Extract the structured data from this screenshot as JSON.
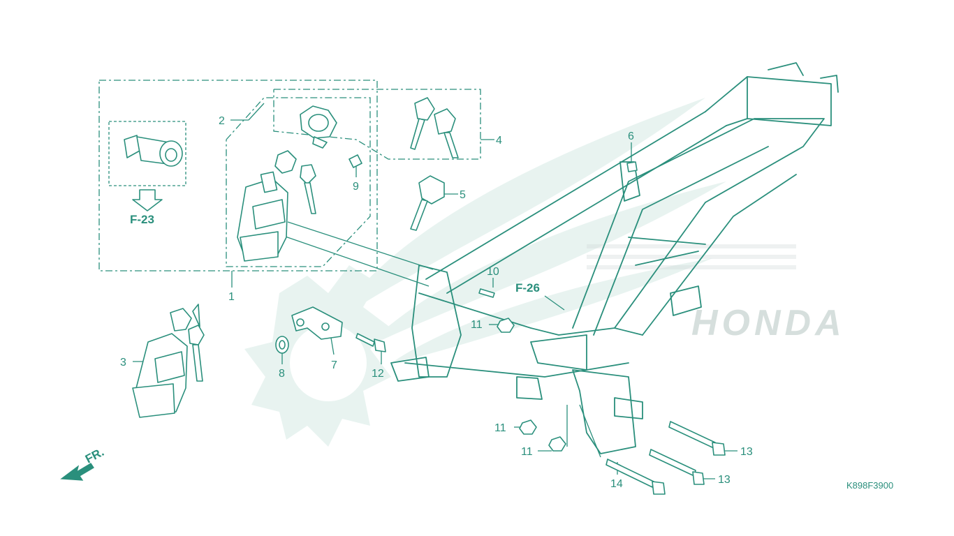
{
  "diagram": {
    "part_callouts": [
      {
        "id": "1",
        "text": "1"
      },
      {
        "id": "2",
        "text": "2"
      },
      {
        "id": "3",
        "text": "3"
      },
      {
        "id": "4",
        "text": "4"
      },
      {
        "id": "5",
        "text": "5"
      },
      {
        "id": "6",
        "text": "6"
      },
      {
        "id": "7",
        "text": "7"
      },
      {
        "id": "8",
        "text": "8"
      },
      {
        "id": "9",
        "text": "9"
      },
      {
        "id": "10",
        "text": "10"
      },
      {
        "id": "11a",
        "text": "11"
      },
      {
        "id": "11b",
        "text": "11"
      },
      {
        "id": "11c",
        "text": "11"
      },
      {
        "id": "12",
        "text": "12"
      },
      {
        "id": "13a",
        "text": "13"
      },
      {
        "id": "13b",
        "text": "13"
      },
      {
        "id": "14",
        "text": "14"
      }
    ],
    "refs": {
      "f23": "F-23",
      "f26": "F-26"
    },
    "direction_label": "FR.",
    "drawing_code": "K898F3900",
    "watermark_text": "HONDA",
    "colors": {
      "line": "#2a8f7c",
      "watermark": "#e8f3f0",
      "watermark_dots": "#cfd8d6"
    }
  }
}
